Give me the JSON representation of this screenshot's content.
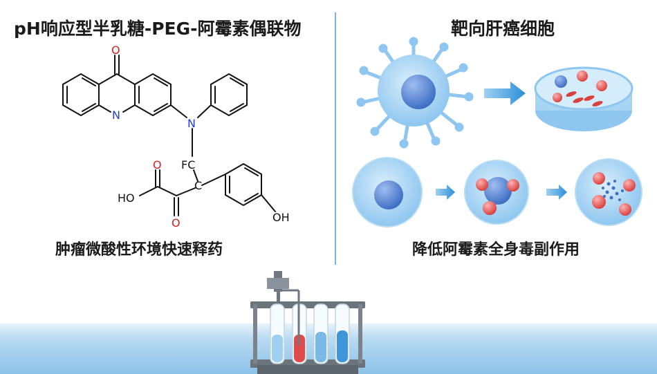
{
  "left_panel": {
    "title": "pH响应型半乳糖-PEG-阿霉素偶联物",
    "caption": "肿瘤微酸性环境快速释药",
    "atoms": {
      "oxygen_top": "O",
      "nitrogen_ring": "N",
      "nitrogen_amine": "N",
      "fc_label": "FC",
      "c_label": "C",
      "oxygen_acid": "O",
      "ho_acid": "HO",
      "oxygen_ketone": "O",
      "oh_phenol": "OH"
    }
  },
  "right_panel": {
    "title": "靶向肝癌细胞",
    "caption": "降低阿霉素全身毒副作用"
  },
  "colors": {
    "accent_blue": "#2b8fd9",
    "cell_blue": "#9fd0f2",
    "nucleus_blue": "#4f7fcf",
    "drug_red": "#e05a5a",
    "oxygen_red": "#d21f1f",
    "nitrogen_blue": "#1f3fd2"
  }
}
